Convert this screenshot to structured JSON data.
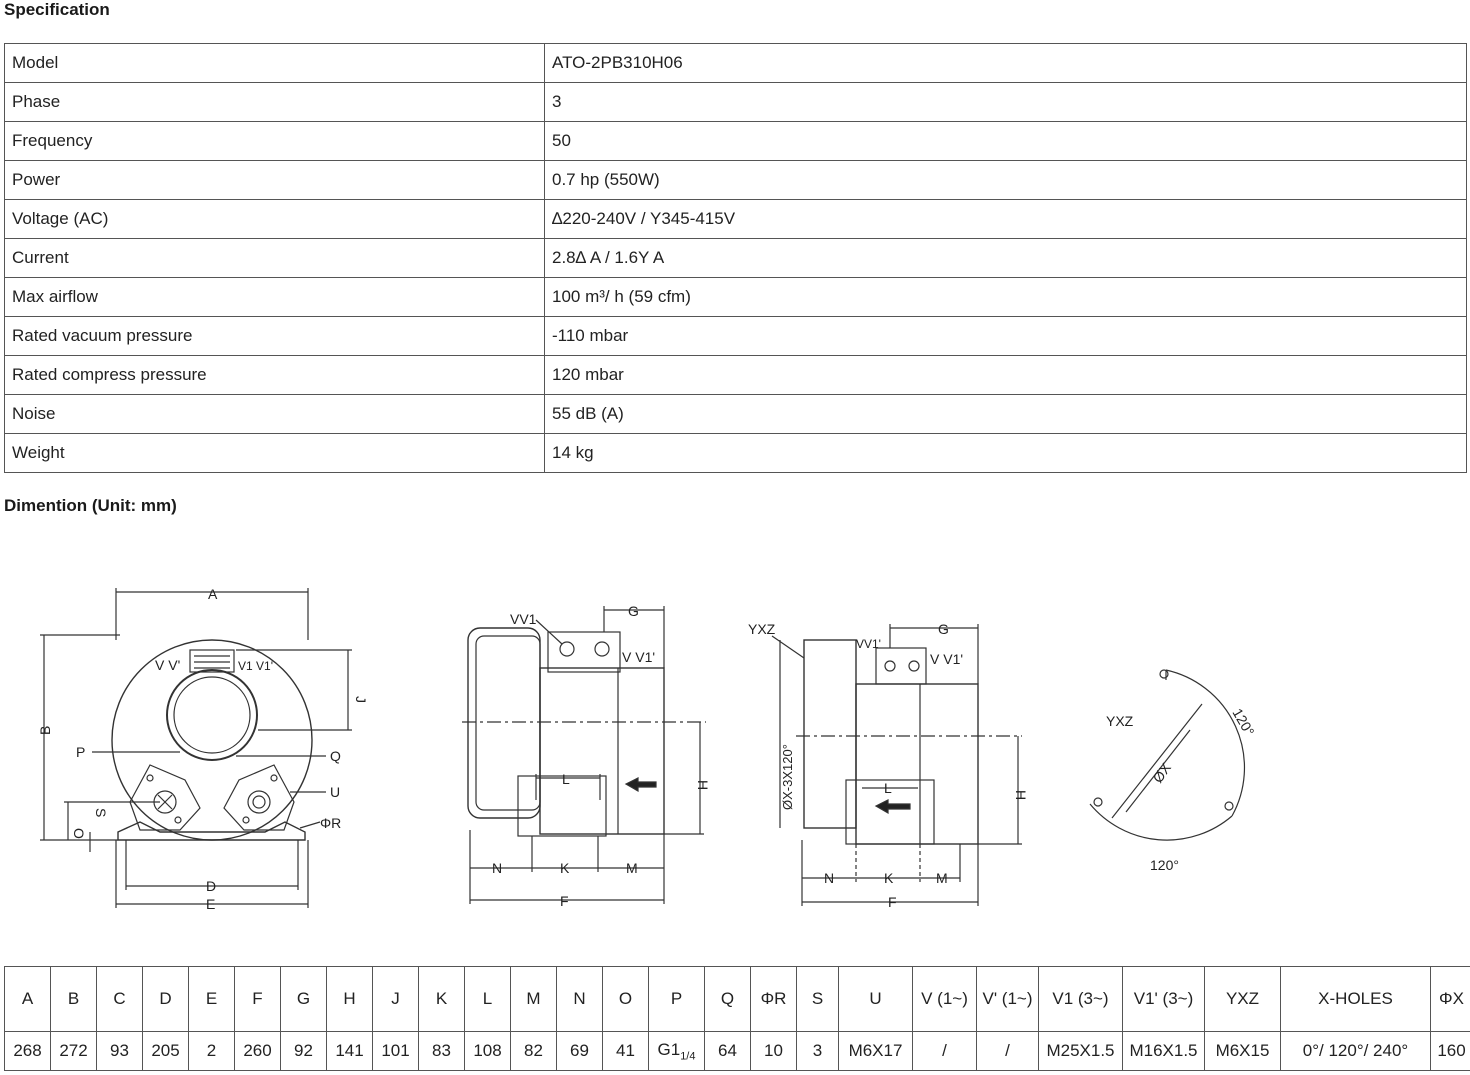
{
  "spec_heading": "Specification",
  "dim_heading": "Dimention (Unit: mm)",
  "specs": [
    {
      "k": "Model",
      "v": "ATO-2PB310H06"
    },
    {
      "k": "Phase",
      "v": "3"
    },
    {
      "k": "Frequency",
      "v": "50"
    },
    {
      "k": "Power",
      "v": "0.7 hp (550W)"
    },
    {
      "k": "Voltage (AC)",
      "v": "∆220-240V / Y345-415V"
    },
    {
      "k": "Current",
      "v": "2.8∆ A / 1.6Y A"
    },
    {
      "k": "Max airflow",
      "v": "100 m³/ h (59 cfm)"
    },
    {
      "k": "Rated vacuum pressure",
      "v": "-110 mbar"
    },
    {
      "k": "Rated compress pressure",
      "v": "120 mbar"
    },
    {
      "k": "Noise",
      "v": "55 dB (A)"
    },
    {
      "k": "Weight",
      "v": "14 kg"
    }
  ],
  "drawing": {
    "front": {
      "A": "A",
      "B": "B",
      "J": "J",
      "P": "P",
      "Q": "Q",
      "U": "U",
      "O": "O",
      "S": "S",
      "R": "ΦR",
      "D": "D",
      "E": "E",
      "VV": "V V'",
      "V1": "V1 V1'"
    },
    "side": {
      "VV1": "VV1",
      "G": "G",
      "V1": "V V1'",
      "H": "H",
      "L": "L",
      "N": "N",
      "K": "K",
      "M": "M",
      "F": "F"
    },
    "side2": {
      "YXZ": "YXZ",
      "VV1": "VV1'",
      "G": "G",
      "V1": "V V1'",
      "X": "ØX-3X120°",
      "H": "H",
      "L": "L",
      "N": "N",
      "K": "K",
      "M": "M",
      "F": "F"
    },
    "flange": {
      "YXZ": "YXZ",
      "X": "ØX",
      "a1": "120°",
      "a2": "120°"
    }
  },
  "dim_headers": [
    "A",
    "B",
    "C",
    "D",
    "E",
    "F",
    "G",
    "H",
    "J",
    "K",
    "L",
    "M",
    "N",
    "O",
    "P",
    "Q",
    "ΦR",
    "S",
    "U",
    "V (1~)",
    "V' (1~)",
    "V1 (3~)",
    "V1' (3~)",
    "YXZ",
    "X-HOLES",
    "ΦX"
  ],
  "dim_values": [
    "268",
    "272",
    "93",
    "205",
    "2",
    "260",
    "92",
    "141",
    "101",
    "83",
    "108",
    "82",
    "69",
    "41",
    "G1",
    "64",
    "10",
    "3",
    "M6X17",
    "/",
    "/",
    "M25X1.5",
    "M16X1.5",
    "M6X15",
    "0°/ 120°/ 240°",
    "160"
  ],
  "p_sub": "1/4"
}
